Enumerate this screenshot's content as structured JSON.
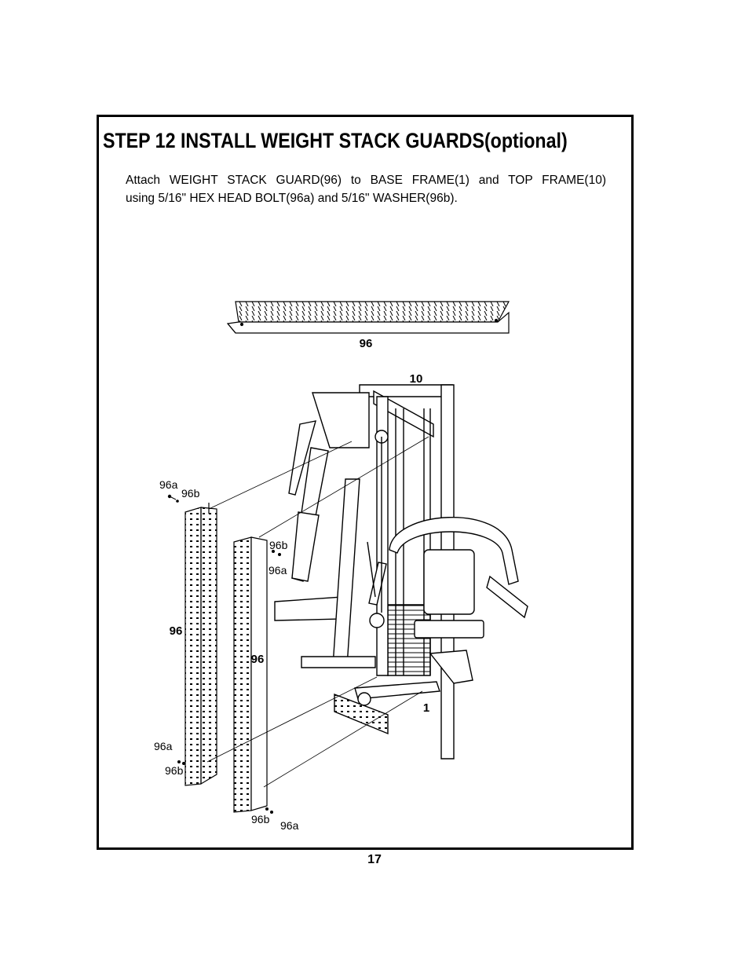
{
  "title": "STEP 12  INSTALL  WEIGHT  STACK  GUARDS(optional)",
  "instructions": {
    "line1": "Attach  WEIGHT  STACK  GUARD(96)  to  BASE  FRAME(1)   and  TOP  FRAME(10)",
    "line2": "using 5/16\"  HEX  HEAD  BOLT(96a)  and  5/16\"  WASHER(96b)."
  },
  "labels": {
    "guard_top": "96",
    "top_frame": "10",
    "base_frame": "1",
    "guard_left": "96",
    "guard_right": "96",
    "bolt_tl": "96a",
    "washer_tl": "96b",
    "washer_tr": "96b",
    "bolt_tr": "96a",
    "bolt_bl": "96a",
    "washer_bl": "96b",
    "washer_br": "96b",
    "bolt_br": "96a"
  },
  "page_number": "17"
}
